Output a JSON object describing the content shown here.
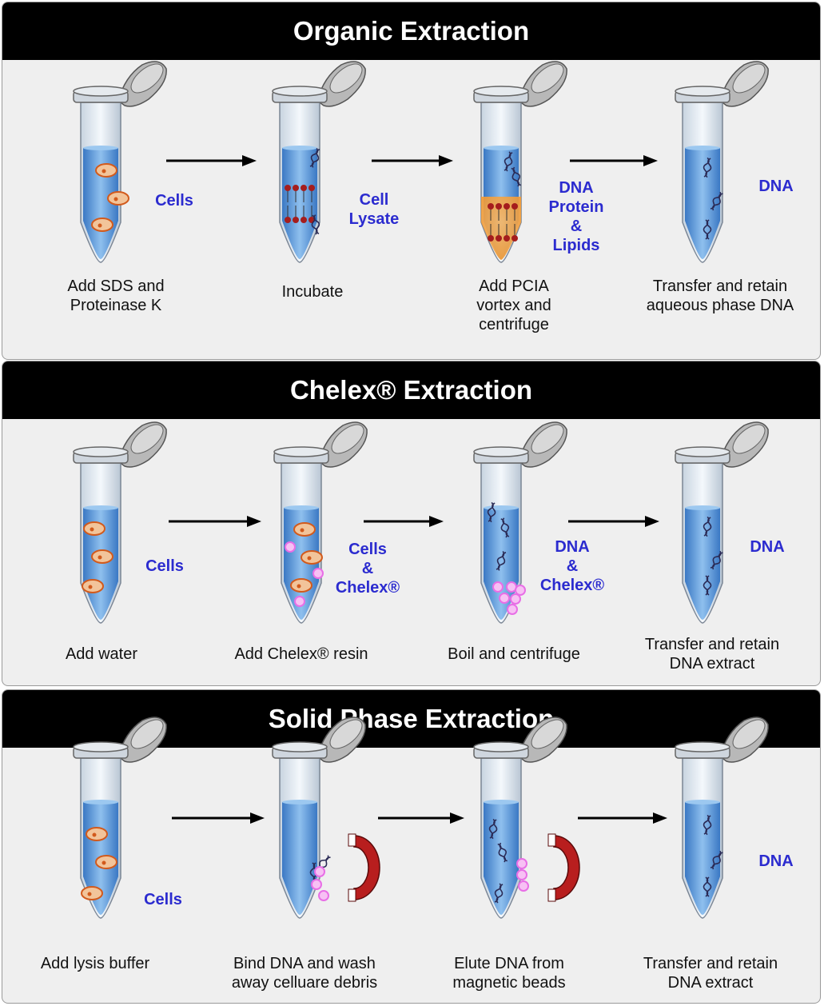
{
  "panels": [
    {
      "title": "Organic Extraction",
      "labels": [
        "Cells",
        "Cell\nLysate",
        "DNA\nProtein\n&\nLipids",
        "DNA"
      ],
      "steps": [
        "Add SDS and\nProteinase K",
        "Incubate",
        "Add PCIA\nvortex and\ncentrifuge",
        "Transfer and retain\naqueous phase DNA"
      ]
    },
    {
      "title": "Chelex® Extraction",
      "labels": [
        "Cells",
        "Cells\n&\nChelex®",
        "DNA\n&\nChelex®",
        "DNA"
      ],
      "steps": [
        "Add water",
        "Add Chelex® resin",
        "Boil and centrifuge",
        "Transfer and retain\nDNA extract"
      ]
    },
    {
      "title": "Solid Phase Extraction",
      "labels": [
        "Cells",
        "",
        "",
        "DNA"
      ],
      "steps": [
        "Add lysis buffer",
        "Bind DNA and wash\naway celluare debris",
        "Elute DNA from\nmagnetic beads",
        "Transfer and retain\nDNA extract"
      ]
    }
  ],
  "colors": {
    "liquid": "#4f8fd6",
    "tube": "#c9d6e3",
    "label_blue": "#2b2bcf",
    "bead": "#e86ee6",
    "magnet": "#b81e1e",
    "organic_phase": "#f49a32"
  }
}
